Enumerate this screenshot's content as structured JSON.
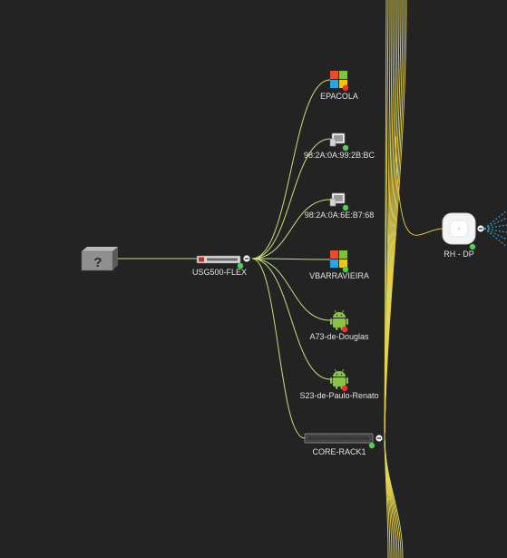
{
  "topology": {
    "nodes": [
      {
        "id": "unknown",
        "label": "",
        "icon": "unknown-device-icon",
        "status": ""
      },
      {
        "id": "usg500",
        "label": "USG500-FLEX",
        "icon": "firewall-device-icon",
        "status": "online"
      },
      {
        "id": "epacola",
        "label": "EPACOLA",
        "icon": "windows-logo-icon",
        "status": "offline"
      },
      {
        "id": "mac1",
        "label": "98:2A:0A:99:2B:BC",
        "icon": "generic-device-icon",
        "status": "online"
      },
      {
        "id": "mac2",
        "label": "98:2A:0A:6E:B7:68",
        "icon": "generic-device-icon",
        "status": "online"
      },
      {
        "id": "vbarravieira",
        "label": "VBARRAVIEIRA",
        "icon": "windows-logo-icon",
        "status": "online"
      },
      {
        "id": "a73",
        "label": "A73-de-Douglas",
        "icon": "android-icon",
        "status": "offline"
      },
      {
        "id": "s23",
        "label": "S23-de-Paulo-Renato",
        "icon": "android-icon",
        "status": "offline"
      },
      {
        "id": "core",
        "label": "CORE-RACK1",
        "icon": "switch-device-icon",
        "status": "online"
      },
      {
        "id": "rhdp",
        "label": "RH - DP",
        "icon": "access-point-icon",
        "status": "online"
      }
    ],
    "colors": {
      "background": "#232323",
      "link_green": "#c6e07a",
      "link_yellow": "#f1cf3c",
      "link_blue": "#3aa7e8",
      "status_online": "#4cd14c",
      "status_offline": "#ff2c2c",
      "label": "#e2e2e2"
    }
  }
}
